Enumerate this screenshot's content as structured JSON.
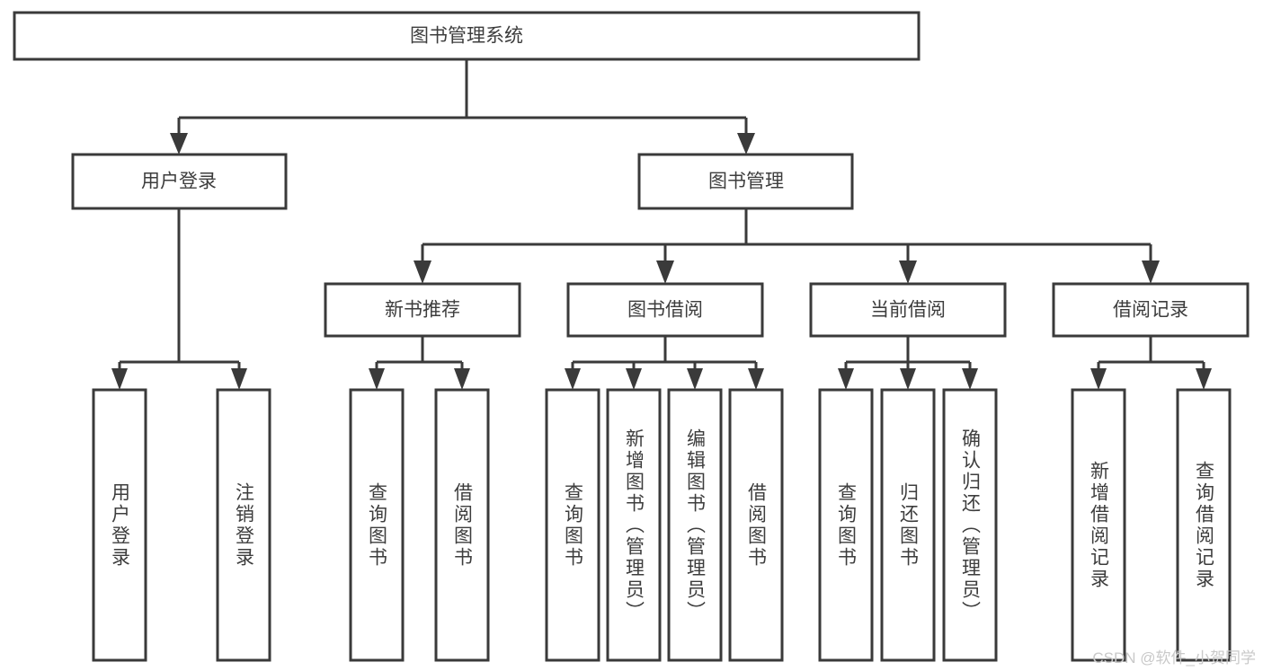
{
  "diagram": {
    "title": "图书管理系统",
    "type": "tree-hierarchy-chart",
    "watermark": "CSDN @软件_小贺同学",
    "colors": {
      "stroke": "#3a3a3a",
      "fill": "#ffffff",
      "text": "#3d3d3d",
      "watermark": "#c9c9c9"
    },
    "levels": {
      "root": {
        "label": "图书管理系统"
      },
      "level2": [
        {
          "id": "user-login",
          "label": "用户登录"
        },
        {
          "id": "book-management",
          "label": "图书管理"
        }
      ],
      "level3": [
        {
          "id": "new-book-recommend",
          "label": "新书推荐",
          "parent": "book-management"
        },
        {
          "id": "book-borrow",
          "label": "图书借阅",
          "parent": "book-management"
        },
        {
          "id": "current-borrow",
          "label": "当前借阅",
          "parent": "book-management"
        },
        {
          "id": "borrow-record",
          "label": "借阅记录",
          "parent": "book-management"
        }
      ],
      "leaves": [
        {
          "id": "leaf-user-login",
          "label": "用户登录",
          "parent": "user-login"
        },
        {
          "id": "leaf-logout-login",
          "label": "注销登录",
          "parent": "user-login"
        },
        {
          "id": "leaf-query-book-1",
          "label": "查询图书",
          "parent": "new-book-recommend"
        },
        {
          "id": "leaf-borrow-book-1",
          "label": "借阅图书",
          "parent": "new-book-recommend"
        },
        {
          "id": "leaf-query-book-2",
          "label": "查询图书",
          "parent": "book-borrow"
        },
        {
          "id": "leaf-add-book",
          "label": "新增图书（管理员）",
          "parent": "book-borrow"
        },
        {
          "id": "leaf-edit-book",
          "label": "编辑图书（管理员）",
          "parent": "book-borrow"
        },
        {
          "id": "leaf-borrow-book-2",
          "label": "借阅图书",
          "parent": "book-borrow"
        },
        {
          "id": "leaf-query-book-3",
          "label": "查询图书",
          "parent": "current-borrow"
        },
        {
          "id": "leaf-return-book",
          "label": "归还图书",
          "parent": "current-borrow"
        },
        {
          "id": "leaf-confirm-return",
          "label": "确认归还（管理员）",
          "parent": "current-borrow"
        },
        {
          "id": "leaf-add-record",
          "label": "新增借阅记录",
          "parent": "borrow-record"
        },
        {
          "id": "leaf-query-record",
          "label": "查询借阅记录",
          "parent": "borrow-record"
        }
      ]
    }
  }
}
